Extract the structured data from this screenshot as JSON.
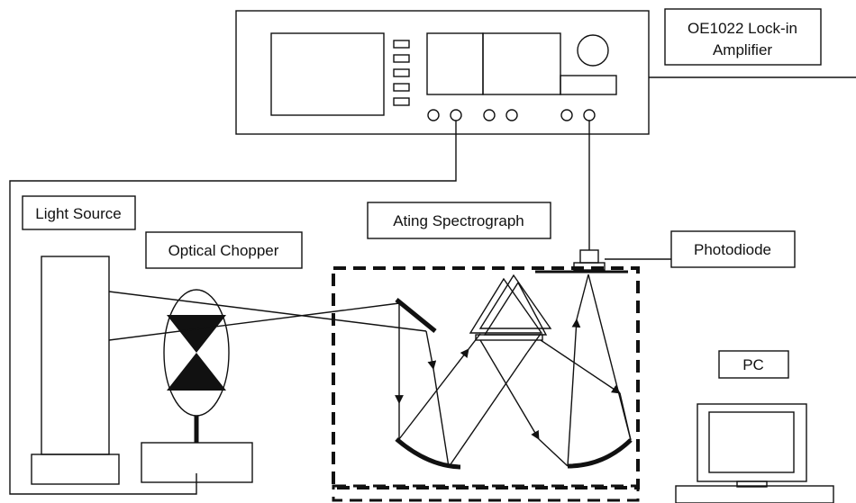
{
  "labels": {
    "lockin_line1": "OE1022 Lock-in",
    "lockin_line2": "Amplifier",
    "light_source": "Light Source",
    "optical_chopper": "Optical Chopper",
    "spectrograph": "Ating Spectrograph",
    "photodiode": "Photodiode",
    "pc": "PC"
  },
  "colors": {
    "stroke": "#111111",
    "background": "#ffffff"
  }
}
